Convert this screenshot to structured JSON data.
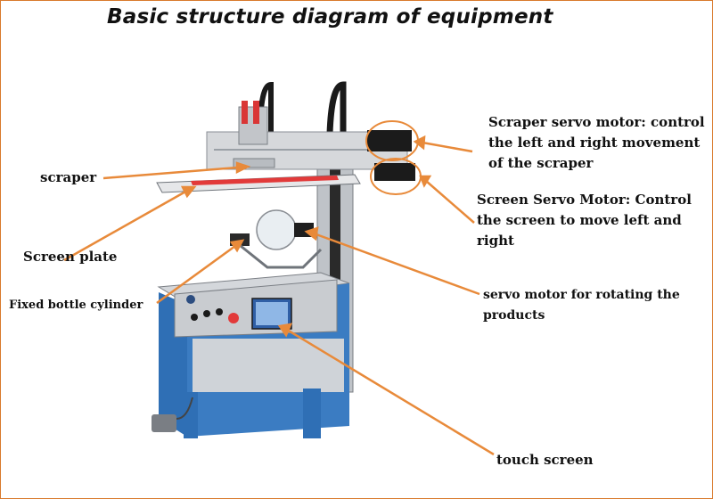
{
  "title": "Basic structure diagram of equipment",
  "labels": {
    "scraper": "scraper",
    "screen_plate": "Screen plate",
    "fixed_bottle_cylinder": "Fixed bottle cylinder",
    "scraper_servo_motor": "Scraper servo motor: control the left and right movement of the scraper",
    "screen_servo_motor": "Screen Servo Motor: Control the screen to move left and right",
    "rotating_servo_motor": "servo motor for rotating the products",
    "touch_screen": "touch screen"
  },
  "colors": {
    "arrow": "#e88a3a",
    "frame": "#d97a2c",
    "machine_blue": "#2f6fb5",
    "machine_gray": "#c9ccd0",
    "red_accent": "#e23a3a"
  }
}
